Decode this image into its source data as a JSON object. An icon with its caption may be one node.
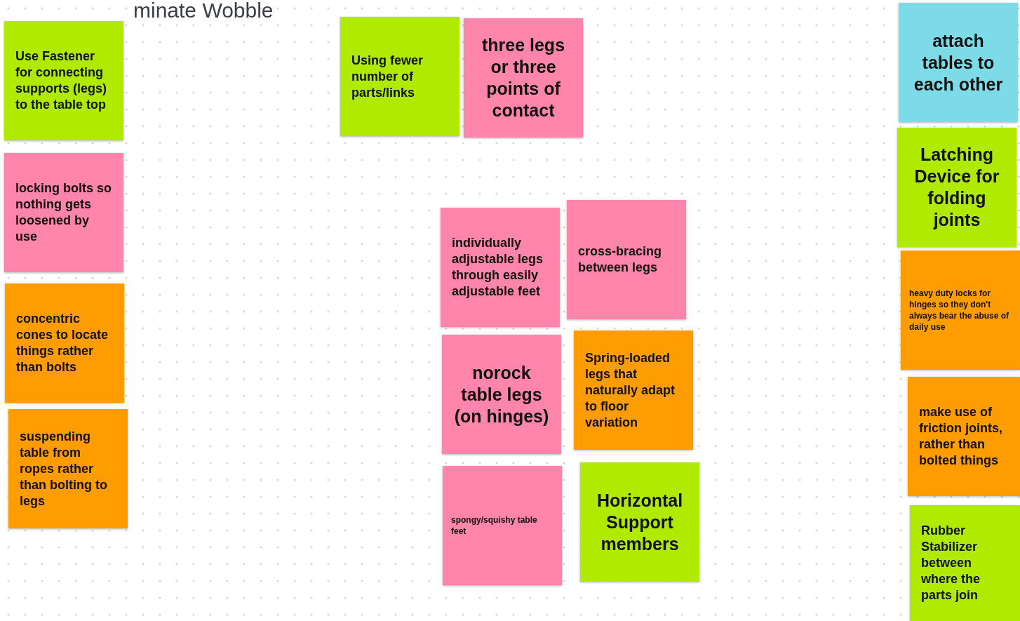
{
  "diagram": {
    "title": "minate Wobble",
    "nodes": [
      {
        "text": [
          "Use Fastener for connecting supports (legs) to the table top"
        ]
      },
      {
        "text": [
          "locking bolts so nothing gets loosened by use"
        ]
      },
      {
        "text": [
          "concentric cones to locate things rather than bolts"
        ]
      },
      {
        "text": [
          "suspending table from ropes rather than bolting to legs"
        ]
      },
      {
        "text": [
          "Using fewer number of parts/links"
        ]
      },
      {
        "text": [
          "three legs or three points of contact"
        ]
      },
      {
        "text": [
          "individually adjustable legs through easily adjustable feet"
        ]
      },
      {
        "text": [
          "cross-bracing between legs"
        ]
      },
      {
        "text": [
          "norock table legs (on hinges)"
        ]
      },
      {
        "text": [
          "Spring-loaded legs that naturally adapt to floor variation"
        ]
      },
      {
        "text": [
          "spongy/squishy table feet"
        ]
      },
      {
        "text": [
          "Horizontal Support members"
        ]
      },
      {
        "text": [
          "attach tables to each other"
        ]
      },
      {
        "text": [
          "Latching Device for folding joints"
        ]
      },
      {
        "text": [
          "heavy duty locks for hinges so they don't always bear the abuse of daily use"
        ]
      },
      {
        "text": [
          "make use of friction joints, rather than bolted things"
        ]
      },
      {
        "text": [
          "Rubber Stabilizer between where the parts join"
        ]
      }
    ]
  }
}
